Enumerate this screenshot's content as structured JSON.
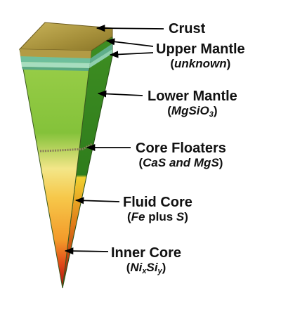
{
  "layers": [
    {
      "name": "Crust",
      "color": "#b5a040"
    },
    {
      "name": "Upper Mantle",
      "composition": "unknown",
      "color": "#7fc7a8"
    },
    {
      "name": "Lower Mantle",
      "composition": {
        "base": "MgSiO",
        "sub": "3"
      },
      "color": "#8cc83c"
    },
    {
      "name": "Core Floaters",
      "composition": "CaS and MgS",
      "color": "#f3e17a"
    },
    {
      "name": "Fluid Core",
      "composition": {
        "a": "Fe",
        "connector": "plus",
        "b": "S"
      },
      "color": "#f4a030"
    },
    {
      "name": "Inner Core",
      "composition": {
        "a": "Ni",
        "a_sub": "x",
        "b": "Si",
        "b_sub": "y"
      },
      "color": "#c81414"
    }
  ],
  "colors": {
    "arrow": "#000000",
    "text": "#111111",
    "dark_green_side": "#2f7d1c"
  }
}
